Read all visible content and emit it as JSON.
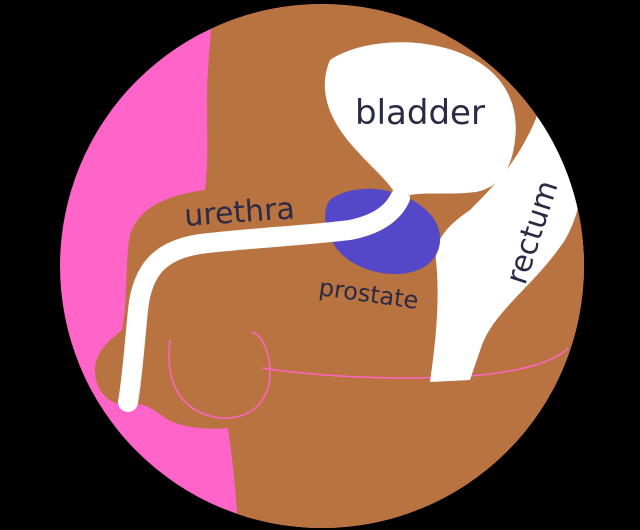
{
  "labels": {
    "bladder": "bladder",
    "urethra": "urethra",
    "prostate": "prostate",
    "rectum": "rectum"
  },
  "colors": {
    "background": "#000000",
    "circle_bg": "#ff64c8",
    "skin": "#b87340",
    "organ": "#ffffff",
    "prostate": "#5448c8",
    "outline": "#ff64c8",
    "text": "#2a2a44"
  }
}
